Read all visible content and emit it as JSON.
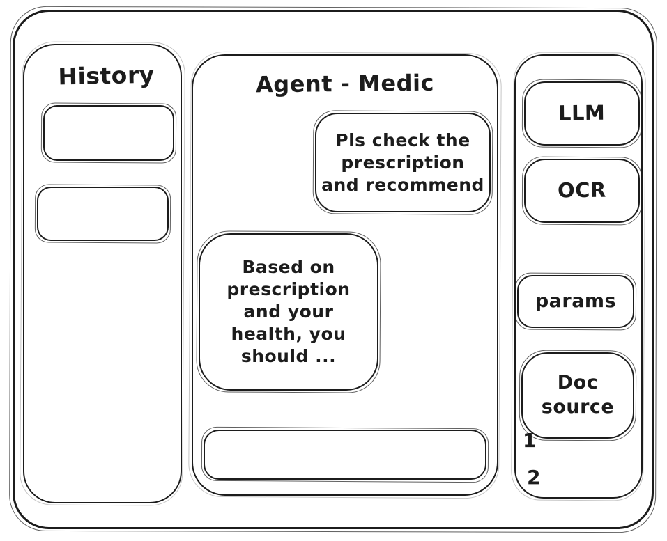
{
  "app": {
    "ink_color": "#1c1c1c",
    "background_color": "#ffffff"
  },
  "history": {
    "title": "History",
    "items": [
      "",
      ""
    ]
  },
  "chat": {
    "title": "Agent - Medic",
    "messages": [
      {
        "role": "user",
        "text": "Pls check the\nprescription\nand recommend"
      },
      {
        "role": "assistant",
        "text": "Based on\nprescription\nand your\nhealth, you\nshould ..."
      }
    ],
    "input_value": ""
  },
  "tools": {
    "llm_label": "LLM",
    "ocr_label": "OCR",
    "params_label": "params",
    "doc_source_label": "Doc\nsource",
    "doc_list": [
      "1",
      "2"
    ]
  }
}
